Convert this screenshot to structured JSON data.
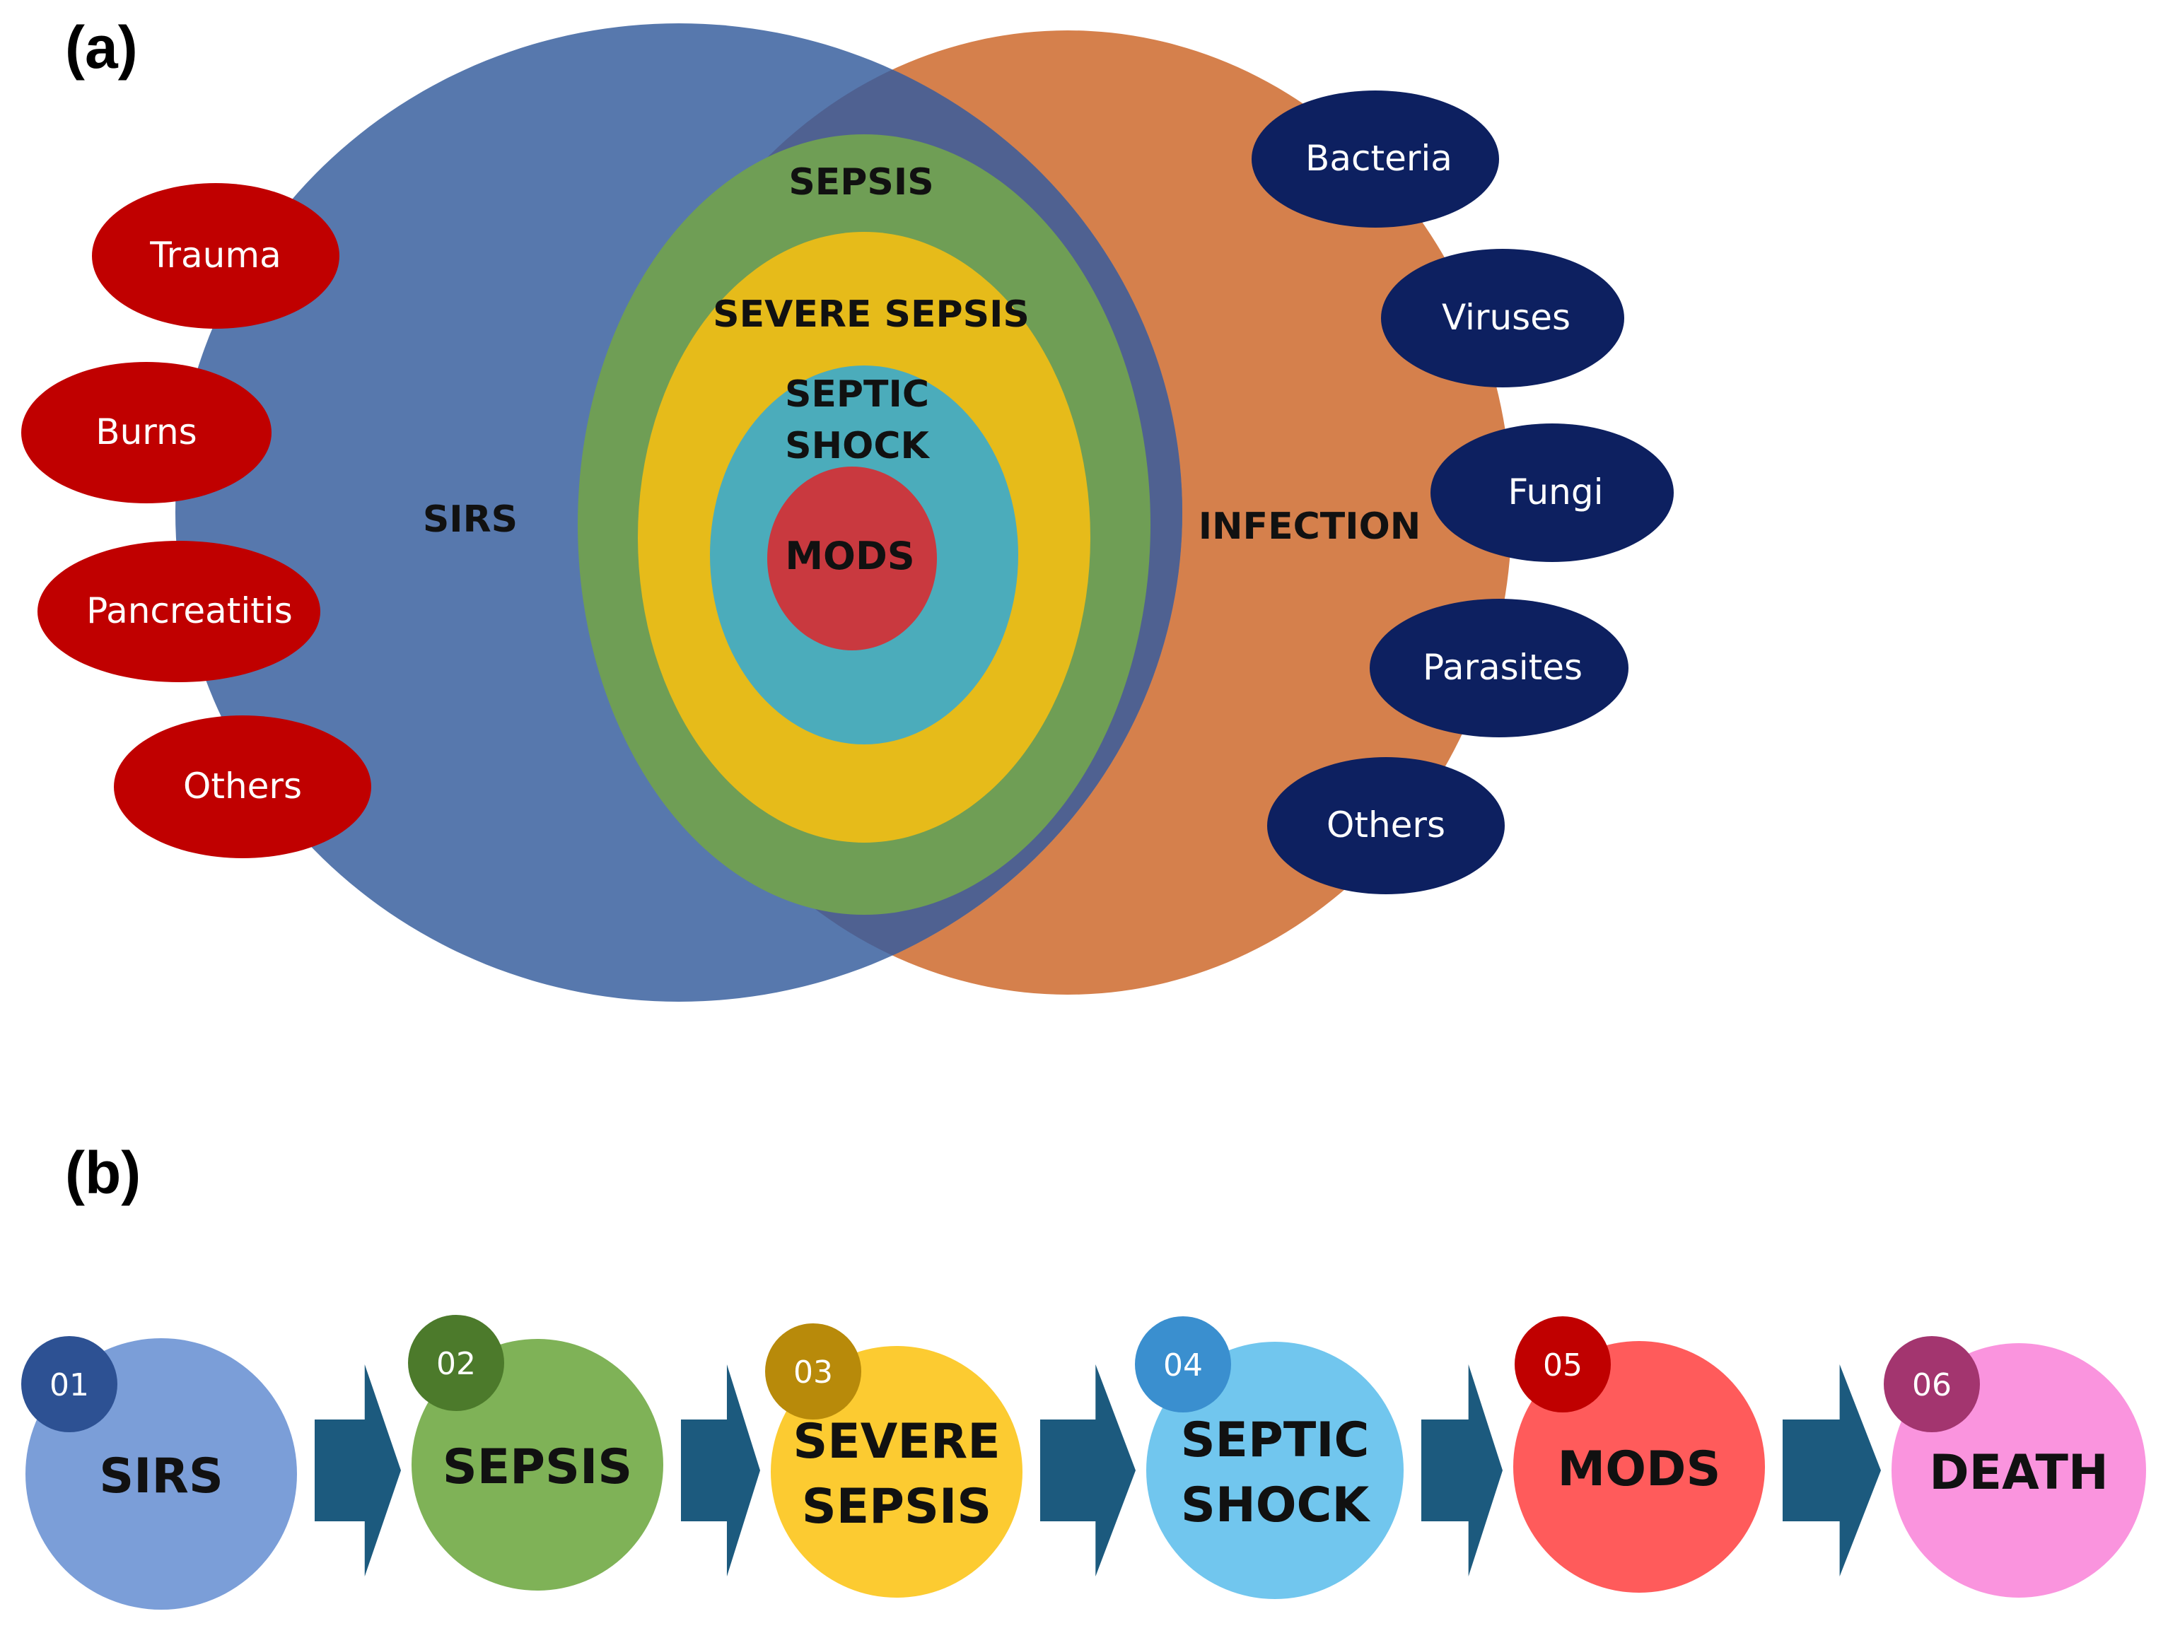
{
  "panel_a": {
    "label": "(a)",
    "sirs": {
      "label": "SIRS",
      "color": "#5778ad"
    },
    "infection": {
      "label": "INFECTION",
      "color": "#d5804c"
    },
    "rings": [
      {
        "label_lines": [
          "SEPSIS"
        ],
        "color": "#6f9e55"
      },
      {
        "label_lines": [
          "SEVERE SEPSIS"
        ],
        "color": "#e6bb1a"
      },
      {
        "label_lines": [
          "SEPTIC",
          "SHOCK"
        ],
        "color": "#4bacbb"
      },
      {
        "label_lines": [
          "MODS"
        ],
        "color": "#c9393f"
      }
    ],
    "sirs_causes": {
      "color": "#c00000",
      "items": [
        "Trauma",
        "Burns",
        "Pancreatitis",
        "Others"
      ]
    },
    "infection_causes": {
      "color": "#0d2060",
      "items": [
        "Bacteria",
        "Viruses",
        "Fungi",
        "Parasites",
        "Others"
      ]
    }
  },
  "panel_b": {
    "label": "(b)",
    "arrow_color": "#1c5a7e",
    "steps": [
      {
        "number": "01",
        "lines": [
          "SIRS"
        ],
        "color": "#7b9ed8",
        "badge_color": "#2d5193"
      },
      {
        "number": "02",
        "lines": [
          "SEPSIS"
        ],
        "color": "#7fb257",
        "badge_color": "#4c7a2b"
      },
      {
        "number": "03",
        "lines": [
          "SEVERE",
          "SEPSIS"
        ],
        "color": "#fccb31",
        "badge_color": "#b88a0a"
      },
      {
        "number": "04",
        "lines": [
          "SEPTIC",
          "SHOCK"
        ],
        "color": "#71c6ee",
        "badge_color": "#3a8fcf"
      },
      {
        "number": "05",
        "lines": [
          "MODS"
        ],
        "color": "#ff5b5b",
        "badge_color": "#c00000"
      },
      {
        "number": "06",
        "lines": [
          "DEATH"
        ],
        "color": "#fa94de",
        "badge_color": "#a3356f"
      }
    ]
  }
}
